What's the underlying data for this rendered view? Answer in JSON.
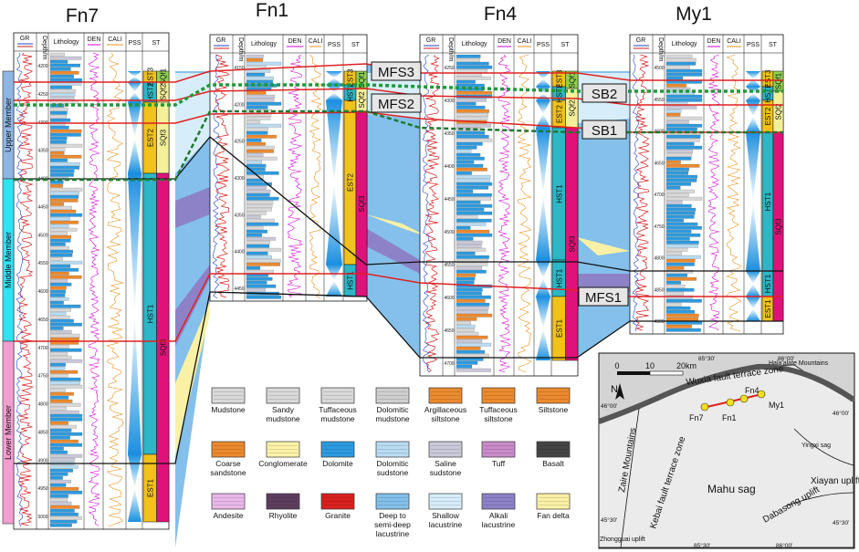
{
  "wells": [
    {
      "name": "Fn7",
      "depths": [
        "4200",
        "4250",
        "4300",
        "4350",
        "4400",
        "4450",
        "4500",
        "4550",
        "4600",
        "4650",
        "4700",
        "4750",
        "4800",
        "4850",
        "4900",
        "4950",
        "5000"
      ]
    },
    {
      "name": "Fn1",
      "depths": [
        "4150",
        "4200",
        "4250",
        "4300",
        "4350",
        "4400",
        "4450"
      ]
    },
    {
      "name": "Fn4",
      "depths": [
        "4250",
        "4300",
        "4350",
        "4400",
        "4450",
        "4500",
        "4550",
        "4600",
        "4650",
        "4700"
      ]
    },
    {
      "name": "My1",
      "depths": [
        "4500",
        "4550",
        "4600",
        "4650",
        "4700",
        "4750",
        "4800",
        "4850",
        "4900"
      ]
    }
  ],
  "column_headers": {
    "gr": "GR",
    "depth": "Depth/m",
    "lithology": "Lithology",
    "den": "DEN",
    "cali": "CALI",
    "pss": "PSS",
    "st": "ST"
  },
  "members": [
    "Upper Member",
    "Middle Member",
    "Lower Member"
  ],
  "sequence_labels": {
    "est3": "EST3",
    "hst2": "HST2",
    "est2": "EST2",
    "hst1": "HST1",
    "est1": "EST1",
    "sqf1": "SQf1",
    "sqf2": "SQf2",
    "sqf3": "SQf3"
  },
  "surfaces": [
    "MFS3",
    "MFS2",
    "SB2",
    "SB1",
    "MFS1"
  ],
  "legend": [
    {
      "label": "Mudstone",
      "color": "#d9d9d9"
    },
    {
      "label": "Sandy mudstone",
      "color": "#d9d9d9"
    },
    {
      "label": "Tuffaceous mudstone",
      "color": "#d9d9d9"
    },
    {
      "label": "Dolomitic mudstone",
      "color": "#cfcfcf"
    },
    {
      "label": "Argillaceous siltstone",
      "color": "#ec8a2e"
    },
    {
      "label": "Tuffaceous siltstone",
      "color": "#ec8a2e"
    },
    {
      "label": "Siltstone",
      "color": "#ec8a2e"
    },
    {
      "label": "Coarse sandstone",
      "color": "#ec8a2e"
    },
    {
      "label": "Conglomerate",
      "color": "#fdf3a8"
    },
    {
      "label": "Dolomite",
      "color": "#2d9be0"
    },
    {
      "label": "Dolomitic sudstone",
      "color": "#b9dcf2"
    },
    {
      "label": "Saline sudstone",
      "color": "#c9c9d9"
    },
    {
      "label": "Tuff",
      "color": "#c88bc8"
    },
    {
      "label": "Basalt",
      "color": "#444444"
    },
    {
      "label": "Andesite",
      "color": "#e8b8e8"
    },
    {
      "label": "Rhyolite",
      "color": "#5e3d5e"
    },
    {
      "label": "Granite",
      "color": "#d9201e"
    },
    {
      "label": "Deep to semi-deep lacustrine",
      "color": "#84c0eb"
    },
    {
      "label": "Shallow lacustrine",
      "color": "#d7eefa"
    },
    {
      "label": "Alkali lacustrine",
      "color": "#8d82c8"
    },
    {
      "label": "Fan delta",
      "color": "#fbf1a6"
    }
  ],
  "map": {
    "scale_labels": [
      "0",
      "10",
      "20km"
    ],
    "north": "N",
    "lon_labels": [
      "85°30'",
      "86°00'",
      "85°30'",
      "86°00'"
    ],
    "lat_labels": [
      "46°00'",
      "46°00'",
      "45°30'",
      "45°30'"
    ],
    "regions": [
      "Hala'alate Mountains",
      "Wuxia fault terrace zone",
      "Zaire Mountains",
      "Kebai fault terrace zone",
      "Mahu sag",
      "Yingxi sag",
      "Xiayan uplift",
      "Dabasong uplift",
      "Zhongguai uplift"
    ],
    "map_wells": [
      "Fn7",
      "Fn1",
      "Fn4",
      "My1"
    ]
  }
}
